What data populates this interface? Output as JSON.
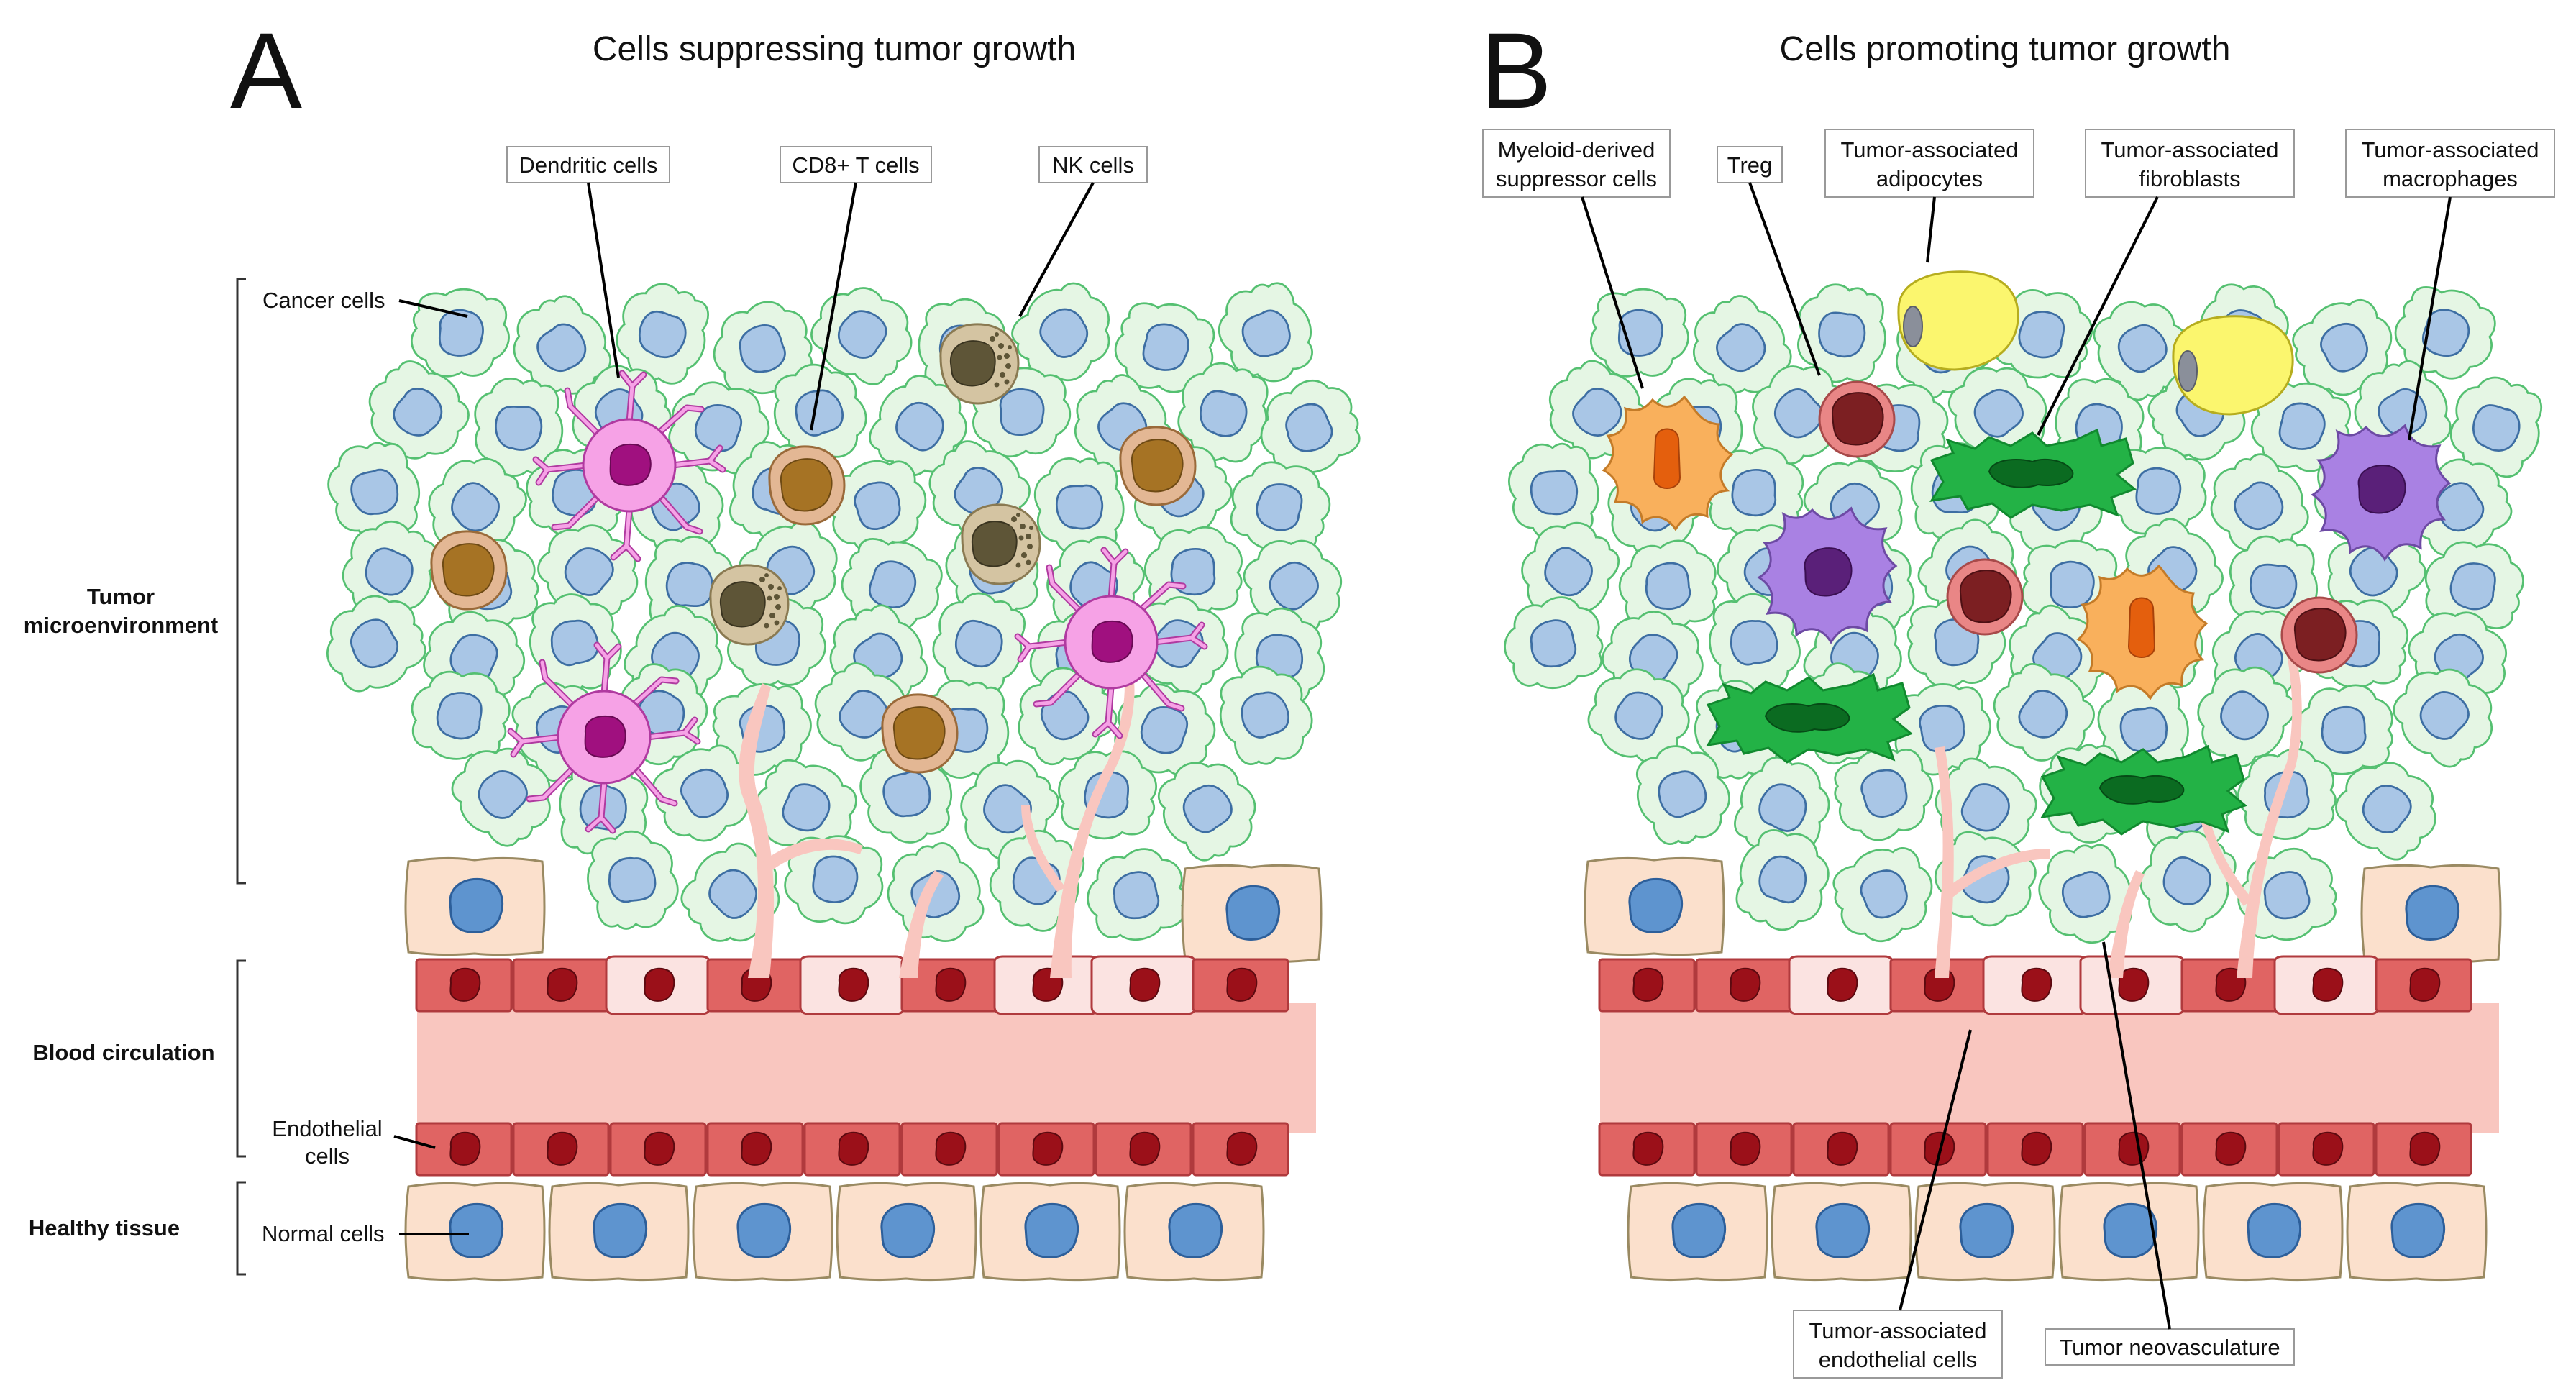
{
  "panel_a": {
    "letter": "A",
    "title": "Cells suppressing tumor growth",
    "callouts": {
      "dendritic": "Dendritic cells",
      "cd8": "CD8+ T cells",
      "nk": "NK cells"
    }
  },
  "panel_b": {
    "letter": "B",
    "title": "Cells promoting tumor growth",
    "callouts": {
      "mdsc": [
        "Myeloid-derived",
        "suppressor cells"
      ],
      "treg": "Treg",
      "adipocytes": [
        "Tumor-associated",
        "adipocytes"
      ],
      "fibroblasts": [
        "Tumor-associated",
        "fibroblasts"
      ],
      "macrophages": [
        "Tumor-associated",
        "macrophages"
      ],
      "endothelial": [
        "Tumor-associated",
        "endothelial cells"
      ],
      "neovasculature": "Tumor neovasculature"
    }
  },
  "left_labels": {
    "cancer_cells": "Cancer cells",
    "tumor_microenvironment": [
      "Tumor",
      "microenvironment"
    ],
    "blood_circulation": "Blood circulation",
    "endothelial_cells": [
      "Endothelial",
      "cells"
    ],
    "healthy_tissue": "Healthy tissue",
    "normal_cells": "Normal cells"
  },
  "colors": {
    "cancer_fill": "#e5f6e4",
    "cancer_stroke": "#55c071",
    "cancer_nucleus": "#a9c6e6",
    "normal_fill": "#fbe0cc",
    "normal_nucleus": "#5e94cf",
    "vessel": "#f9c6bf",
    "endothelial": "#e06463",
    "endothelial_nucleus": "#9b1019",
    "dendritic": "#f6a2e6",
    "dendritic_nucleus": "#a0107f",
    "cd8": "#e3b794",
    "cd8_nucleus": "#a67324",
    "nk": "#d4c4a2",
    "nk_nucleus": "#5e5537",
    "mdsc": "#f9b05c",
    "mdsc_nucleus": "#e45f0d",
    "treg": "#e98686",
    "treg_nucleus": "#7c1f22",
    "adipocyte": "#fbf66e",
    "fibroblast": "#23b246",
    "fibroblast_nucleus": "#0b6b21",
    "macrophage": "#a981e3",
    "macrophage_nucleus": "#5a2079"
  }
}
